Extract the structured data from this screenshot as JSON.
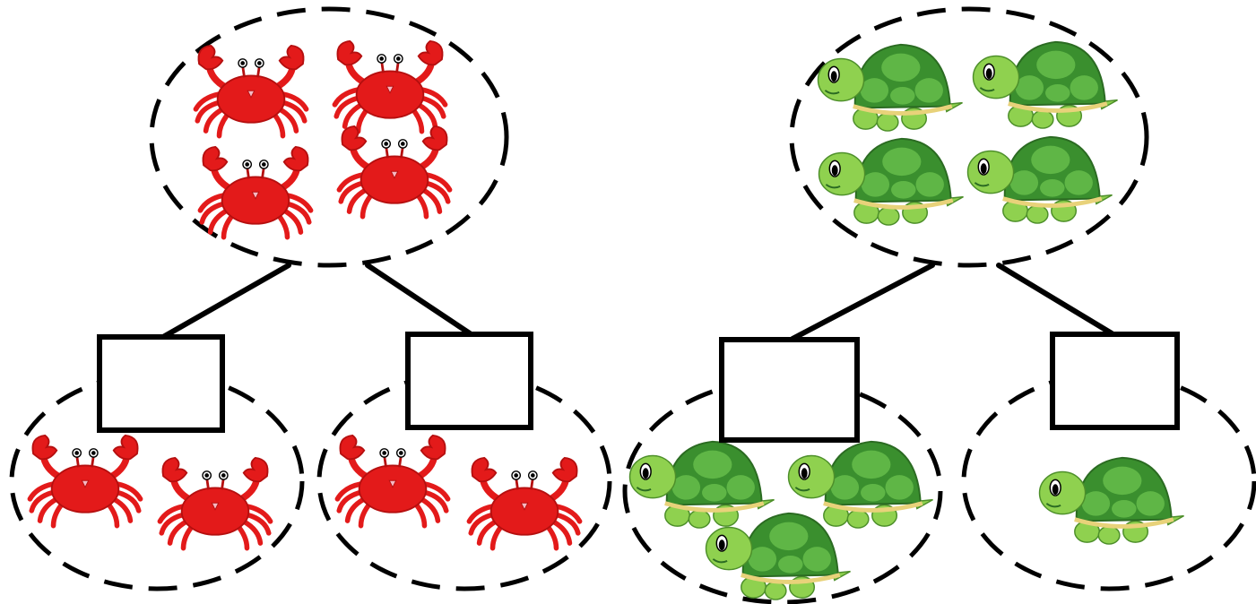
{
  "colors": {
    "crab_body": "#e31a1a",
    "crab_dark": "#b50f0f",
    "turtle_shell_dark": "#3a8f2e",
    "turtle_shell_light": "#5fb646",
    "turtle_skin": "#8fd14f",
    "turtle_rim": "#e8d27a",
    "outline": "#000000"
  },
  "icons": {
    "crab": "crab-icon",
    "turtle": "turtle-icon"
  },
  "bonds": [
    {
      "animal": "crab",
      "whole": {
        "count": 4
      },
      "parts": [
        {
          "count": 2,
          "box_value": ""
        },
        {
          "count": 2,
          "box_value": ""
        }
      ]
    },
    {
      "animal": "turtle",
      "whole": {
        "count": 4
      },
      "parts": [
        {
          "count": 3,
          "box_value": ""
        },
        {
          "count": 1,
          "box_value": ""
        }
      ]
    }
  ]
}
